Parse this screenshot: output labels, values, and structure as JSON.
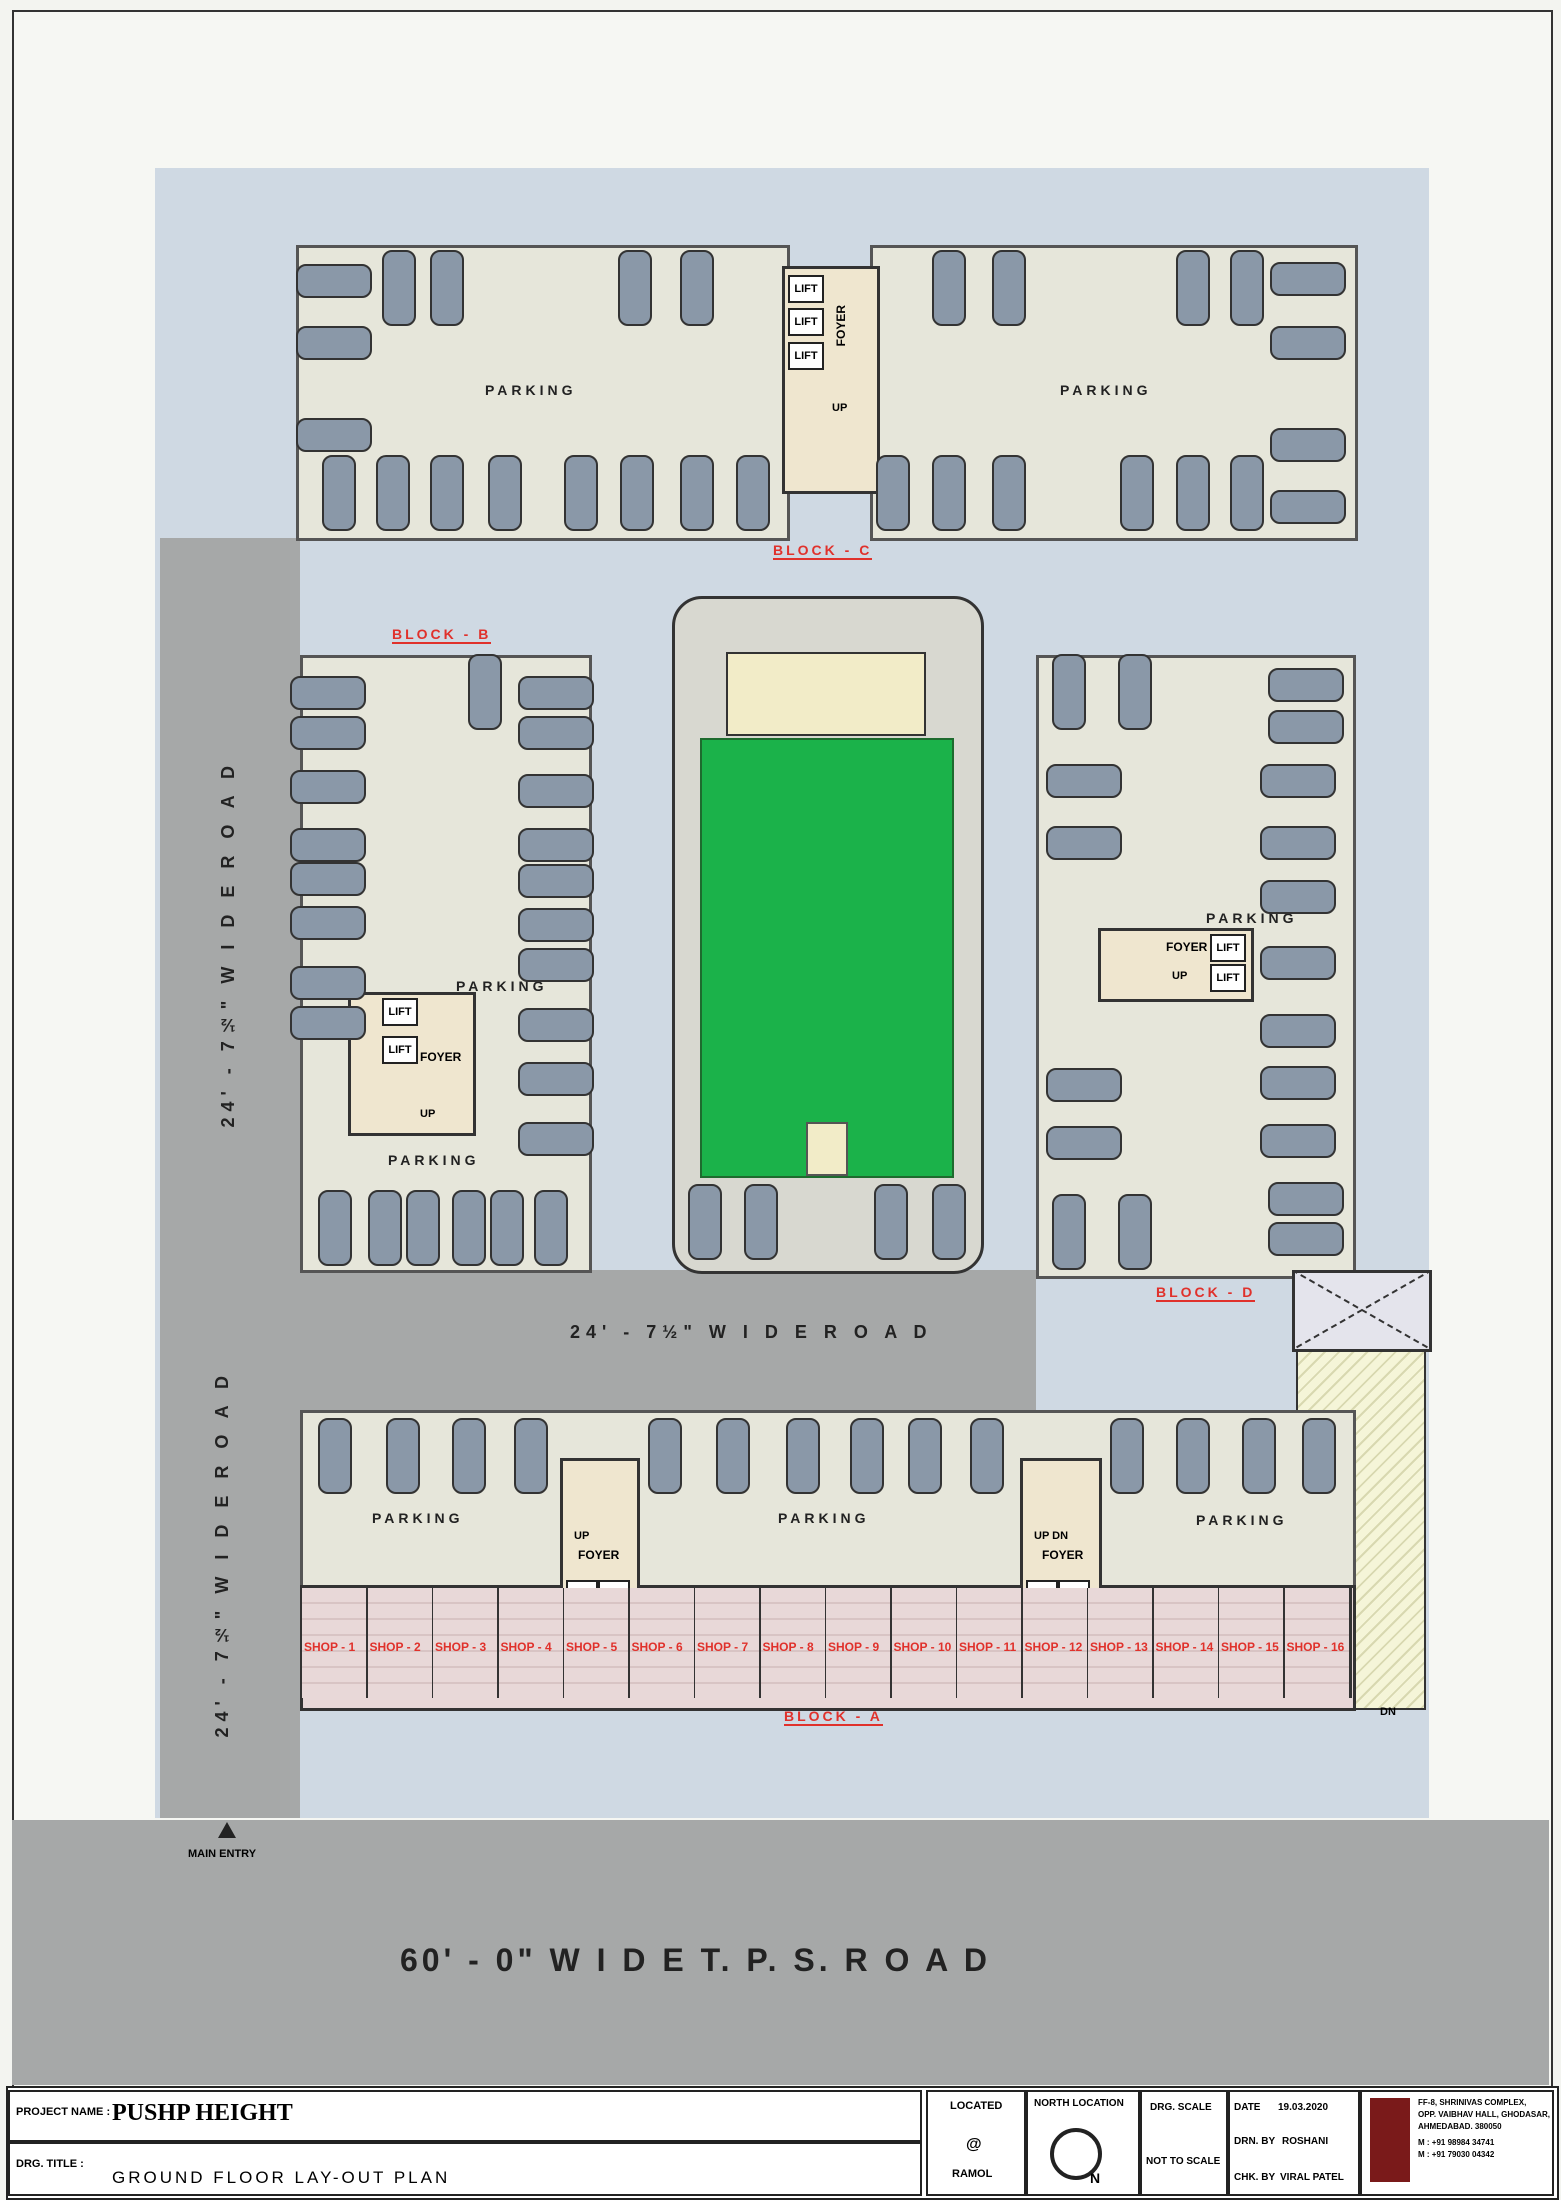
{
  "project": {
    "name_label": "PROJECT NAME :",
    "name": "PUSHP HEIGHT",
    "title_label": "DRG. TITLE :",
    "title": "GROUND FLOOR LAY-OUT PLAN"
  },
  "title_block": {
    "located_label": "LOCATED",
    "located_at": "@",
    "located_value": "RAMOL",
    "north_label": "NORTH LOCATION",
    "north_letter": "N",
    "scale_label": "DRG. SCALE",
    "scale_value": "NOT TO SCALE",
    "date_label": "DATE",
    "date_value": "19.03.2020",
    "drawn_label": "DRN. BY",
    "drawn_value": "ROSHANI",
    "checked_label": "CHK. BY",
    "checked_value": "VIRAL PATEL",
    "office_line1": "FF-8, SHRINIVAS COMPLEX,",
    "office_line2": "OPP. VAIBHAV HALL, GHODASAR,",
    "office_line3": "AHMEDABAD. 380050",
    "office_phone1": "M : +91 98984 34741",
    "office_phone2": "M : +91 79030 04342"
  },
  "roads": {
    "main": "60' - 0\"  W I D E   T. P. S.   R O A D",
    "left_upper": "24' - 7½\"  W I D E  R O A D",
    "left_lower": "24' - 7½\"  W I D E  R O A D",
    "middle": "24' - 7½\"  W I D E  R O A D",
    "main_entry": "MAIN ENTRY"
  },
  "blocks": {
    "a": "BLOCK - A",
    "b": "BLOCK - B",
    "c": "BLOCK - C",
    "d": "BLOCK - D"
  },
  "labels": {
    "parking": "PARKING",
    "lift": "LIFT",
    "foyer": "FOYER",
    "up": "UP",
    "dn": "DN",
    "up_dn": "UP DN"
  },
  "shops": [
    "SHOP - 1",
    "SHOP - 2",
    "SHOP - 3",
    "SHOP - 4",
    "SHOP - 5",
    "SHOP - 6",
    "SHOP - 7",
    "SHOP - 8",
    "SHOP - 9",
    "SHOP - 10",
    "SHOP - 11",
    "SHOP - 12",
    "SHOP - 13",
    "SHOP - 14",
    "SHOP - 15",
    "SHOP - 16"
  ],
  "colors": {
    "garden": "#1bb24a",
    "block_label": "#e0312b",
    "road": "#a6a8a8",
    "site": "#cfd9e3"
  }
}
